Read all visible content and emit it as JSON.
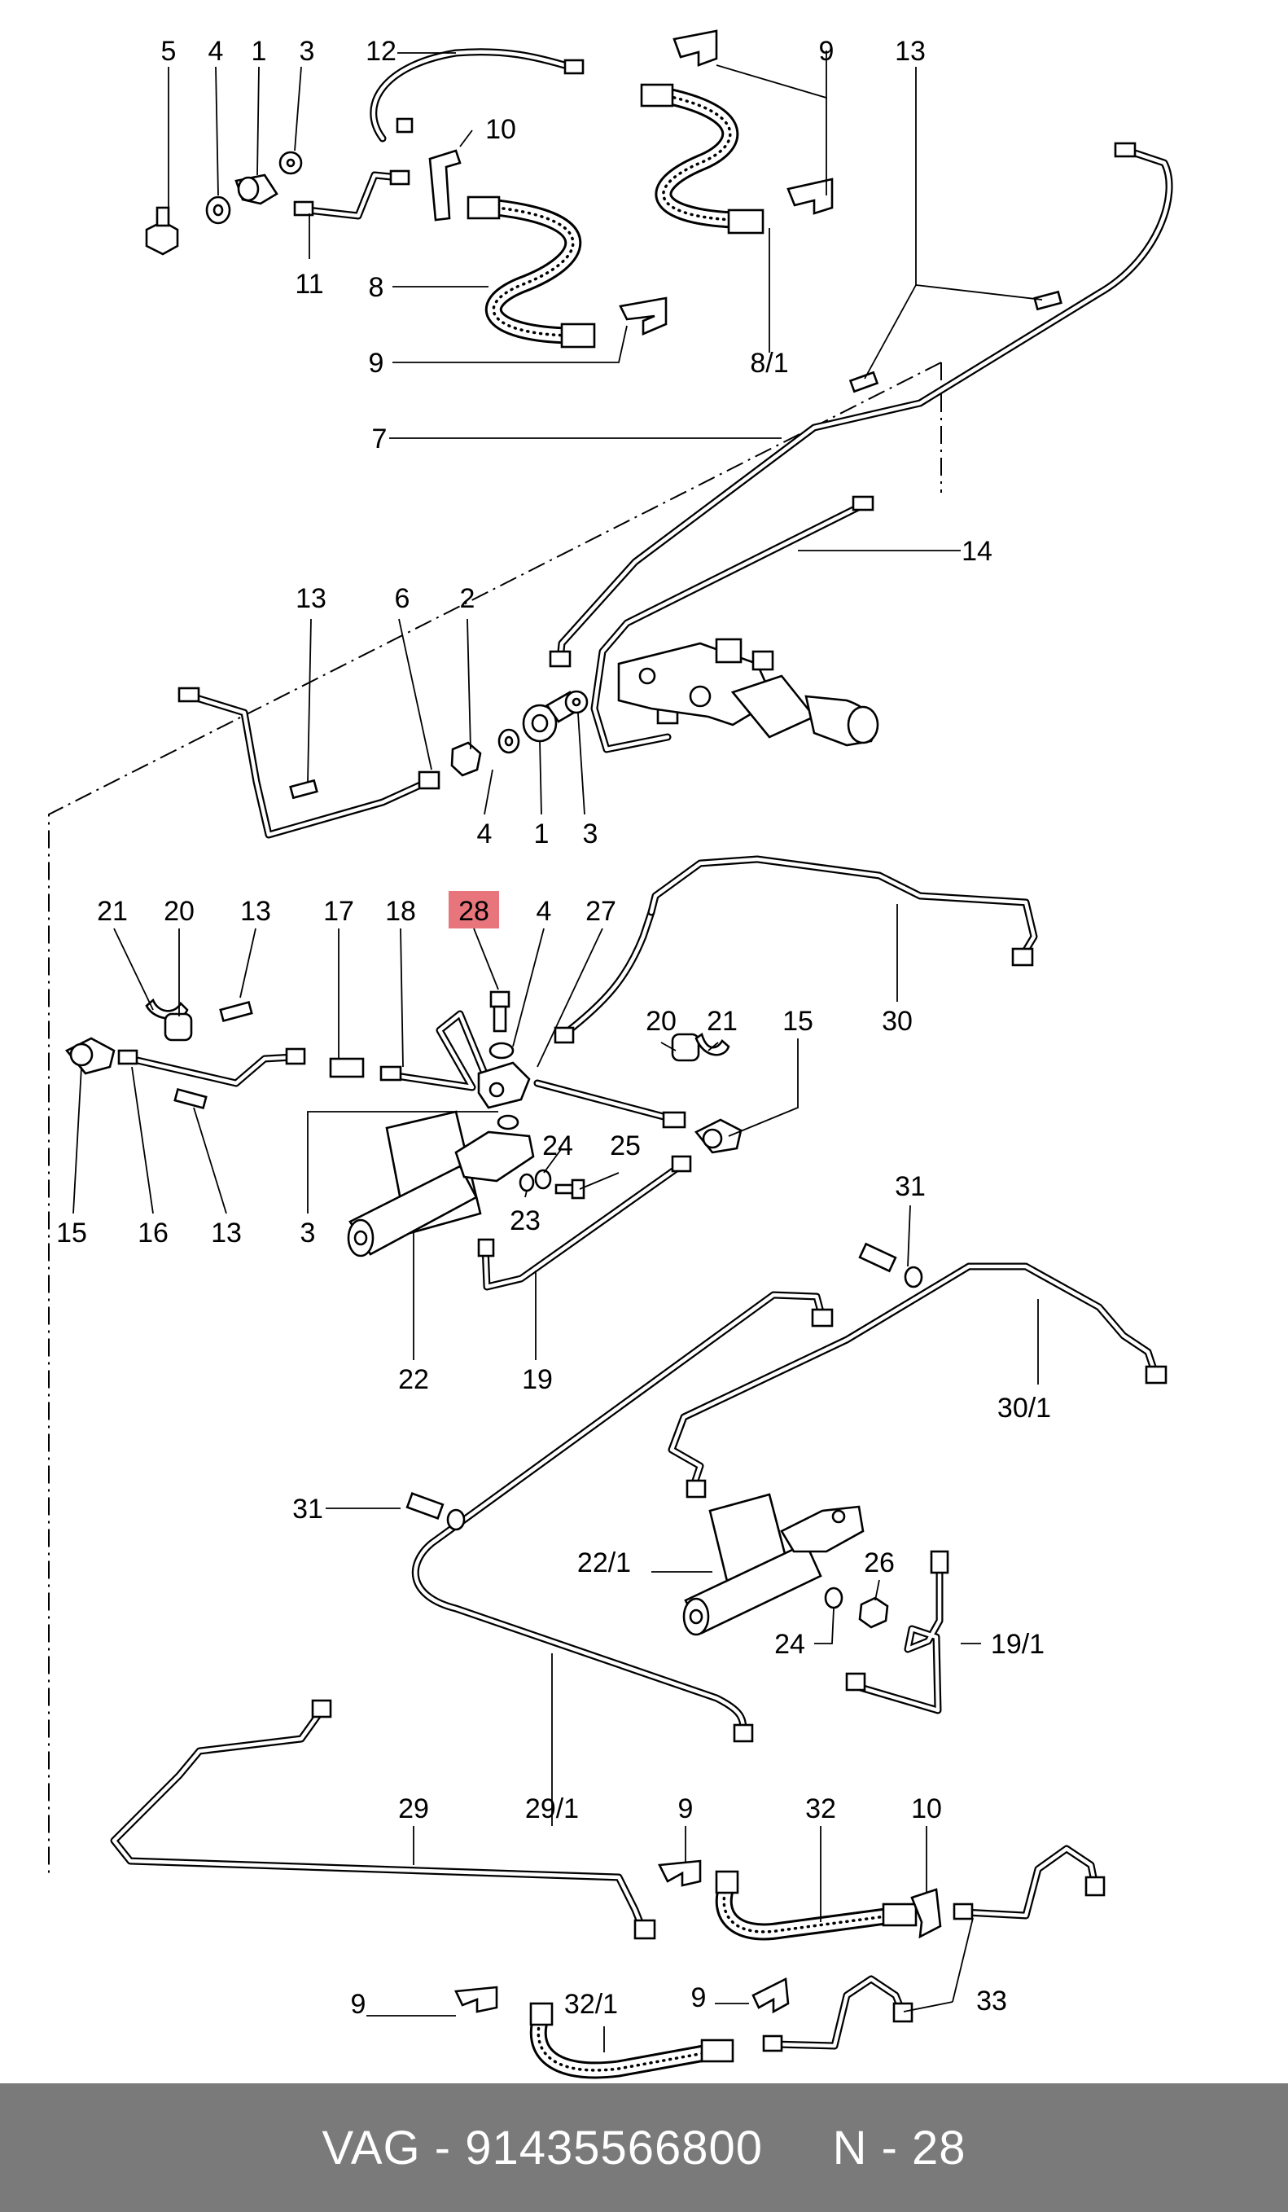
{
  "diagram": {
    "labels": {
      "l5": "5",
      "l4a": "4",
      "l1a": "1",
      "l3a": "3",
      "l12": "12",
      "l9a": "9",
      "l13a": "13",
      "l10a": "10",
      "l11": "11",
      "l8": "8",
      "l9b": "9",
      "l81": "8/1",
      "l7": "7",
      "l14": "14",
      "l13b": "13",
      "l6": "6",
      "l2": "2",
      "l4b": "4",
      "l1b": "1",
      "l3b": "3",
      "l21a": "21",
      "l20a": "20",
      "l13c": "13",
      "l17": "17",
      "l18": "18",
      "l28": "28",
      "l4c": "4",
      "l27": "27",
      "l30": "30",
      "l20b": "20",
      "l21b": "21",
      "l15a": "15",
      "l24a": "24",
      "l25": "25",
      "l23": "23",
      "l15b": "15",
      "l16": "16",
      "l13d": "13",
      "l3c": "3",
      "l22": "22",
      "l19": "19",
      "l31a": "31",
      "l301": "30/1",
      "l31b": "31",
      "l221": "22/1",
      "l26": "26",
      "l24b": "24",
      "l191": "19/1",
      "l29": "29",
      "l291": "29/1",
      "l9c": "9",
      "l32": "32",
      "l10b": "10",
      "l9d": "9",
      "l321": "32/1",
      "l9e": "9",
      "l33": "33"
    },
    "highlighted_label": "28"
  },
  "footer": {
    "text": "VAG - 91435566800     N - 28"
  }
}
